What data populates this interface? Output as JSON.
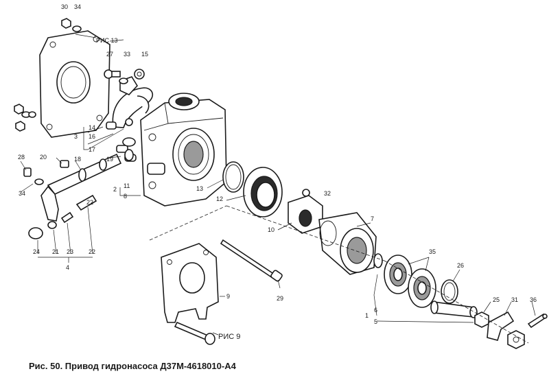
{
  "caption": "Рис. 50. Привод гидронасоса Д37М-4618010-А4",
  "labels": {
    "n30": "30",
    "n34a": "34",
    "ref13": "РИС 13",
    "n27": "27",
    "n33": "33",
    "n15": "15",
    "n14": "14",
    "n3": "3",
    "n16": "16",
    "n17": "17",
    "n28": "28",
    "n20": "20",
    "n18": "18",
    "n19": "19",
    "n34b": "34",
    "n2": "2",
    "n11": "11",
    "n8": "8",
    "n13": "13",
    "n12": "12",
    "n32": "32",
    "n10": "10",
    "n7": "7",
    "n22": "22",
    "n24": "24",
    "n21": "21",
    "n23": "23",
    "n4": "4",
    "n35": "35",
    "n26": "26",
    "n9": "9",
    "n29": "29",
    "n1": "1",
    "n6": "6",
    "n5": "5",
    "n25": "25",
    "n31": "31",
    "n36": "36",
    "ref9": "РИС 9"
  }
}
